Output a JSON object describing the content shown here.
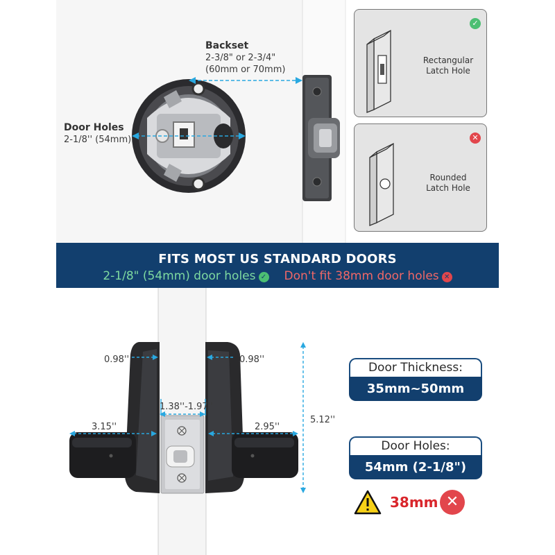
{
  "top": {
    "backset": {
      "title": "Backset",
      "line1": "2-3/8\" or 2-3/4\"",
      "line2": "(60mm or 70mm)"
    },
    "door_holes": {
      "title": "Door Holes",
      "value": "2-1/8'' (54mm)"
    },
    "options": [
      {
        "label_line1": "Rectangular",
        "label_line2": "Latch Hole",
        "status": "compatible",
        "mark": "✓",
        "color": "#4cbf73"
      },
      {
        "label_line1": "Rounded",
        "label_line2": "Latch Hole",
        "status": "incompatible",
        "mark": "✕",
        "color": "#e2464c"
      }
    ]
  },
  "banner": {
    "title": "FITS MOST US STANDARD DOORS",
    "ok_text": "2-1/8\" (54mm) door holes",
    "ok_mark": "✓",
    "no_text": "Don't fit 38mm door holes",
    "no_mark": "✕"
  },
  "dimensions": {
    "left_depth": "0.98''",
    "right_depth": "0.98''",
    "latch_range": "1.38''-1.97''",
    "left_lever": "3.15''",
    "right_lever": "2.95''",
    "height": "5.12''"
  },
  "specs": {
    "thickness": {
      "label": "Door Thickness:",
      "value": "35mm~50mm"
    },
    "holes": {
      "label": "Door Holes:",
      "value": "54mm (2-1/8\")"
    }
  },
  "warning": {
    "value": "38mm",
    "icon": "warning-triangle-icon",
    "mark": "✕"
  },
  "colors": {
    "banner": "#123f6e",
    "accent_blue": "#29a8e0",
    "ok": "#4cbf73",
    "no": "#e2464c"
  }
}
